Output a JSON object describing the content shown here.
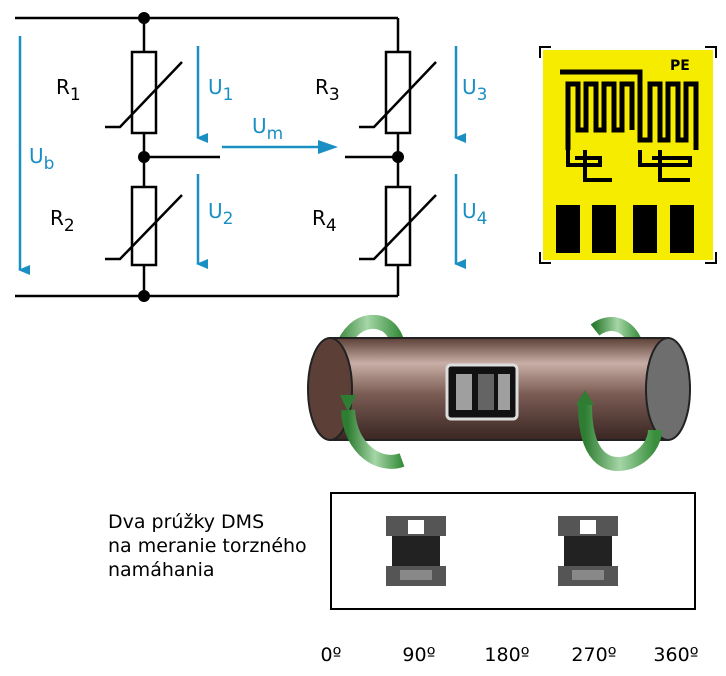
{
  "bridge": {
    "resistors": {
      "r1": {
        "main": "R",
        "sub": "1"
      },
      "r2": {
        "main": "R",
        "sub": "2"
      },
      "r3": {
        "main": "R",
        "sub": "3"
      },
      "r4": {
        "main": "R",
        "sub": "4"
      }
    },
    "voltages": {
      "ub": {
        "main": "U",
        "sub": "b"
      },
      "u1": {
        "main": "U",
        "sub": "1"
      },
      "u2": {
        "main": "U",
        "sub": "2"
      },
      "u3": {
        "main": "U",
        "sub": "3"
      },
      "u4": {
        "main": "U",
        "sub": "4"
      },
      "um": {
        "main": "U",
        "sub": "m"
      }
    },
    "arrow_color": "#1a8fc4",
    "line_color": "#000000"
  },
  "gauge": {
    "mark": "PE",
    "background_color": "#f6ec00"
  },
  "shaft": {
    "body_color": "#7a5c54",
    "arrow_color": "#4caf50"
  },
  "caption": {
    "line1": "Dva prúžky DMS",
    "line2": "na meranie torzného",
    "line3": "namáhania"
  },
  "angle_axis": {
    "ticks": [
      "0º",
      "90º",
      "180º",
      "270º",
      "360º"
    ]
  }
}
